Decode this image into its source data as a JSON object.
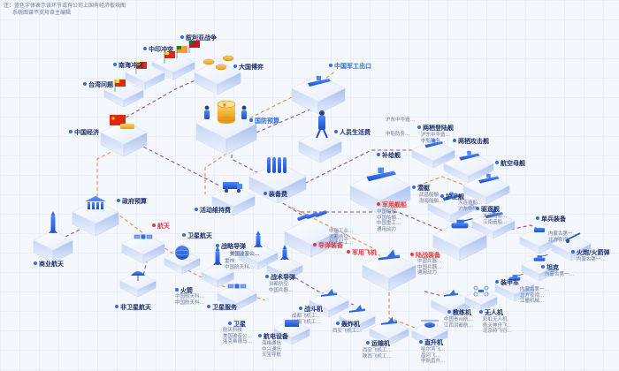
{
  "notes": {
    "line1": "注：蓝色字体表示该环节或有公司上国有经济板块图",
    "line2": "系统图谱不支持自主编辑"
  },
  "nodes": {
    "syria": "叙利亚战争",
    "sino_india": "中印冲突",
    "south_china_sea": "南海冲突",
    "great_power": "大国博弈",
    "taiwan": "台湾问题",
    "china_economy": "中国经济",
    "defense_budget": "国防预算",
    "military_export": "中国军工出口",
    "personnel": "人员生活费",
    "replenish_ship": "补给舰",
    "amphibious": "两栖登陆舰",
    "amphib_attack": "两栖攻击舰",
    "carrier": "航空母舰",
    "submarine": "潜艇",
    "frigate": "护卫舰",
    "destroyer": "驱逐舰",
    "naval_aviation": "军用舰船",
    "equipment_fee": "装备费",
    "activity_fee": "活动维持费",
    "gov_budget": "政府预算",
    "aerospace": "航天",
    "satellite_aero": "卫星航天",
    "strategic_missile": "战略导弹",
    "guided_missile": "导弹装备",
    "military_aircraft": "军用飞机",
    "land_equip": "陆战装备",
    "single_soldier": "单兵装备",
    "artillery": "火炮/火箭弹",
    "tank": "坦克",
    "armored": "装甲车",
    "commercial_space": "商业航天",
    "non_sat": "非卫星航天",
    "rocket": "火箭",
    "sat_service": "卫星服务",
    "satellite": "卫星",
    "tactical_missile": "战术导弹",
    "fighter": "战斗机",
    "electronics": "航电设备",
    "bomber": "轰炸机",
    "transport": "运输机",
    "helicopter": "直升机",
    "drone_craft": "教练机",
    "uav": "无人机"
  },
  "subs": {
    "amphibious": [
      "沪东中华造…",
      "中船防务…"
    ],
    "amphib_attack": [
      "沪东中华造…",
      "中船防务…"
    ],
    "submarine": [
      "武昌船舶…",
      "渤海船舶…"
    ],
    "frigate": [
      "大连造船…",
      "沪东中华…"
    ],
    "destroyer": [
      "大连船舶…",
      "江南造船…"
    ],
    "naval_aviation": [
      "中国船舶…",
      "中国船舶…",
      "中国重工…",
      "通用动力"
    ],
    "guided_missile": [
      "中航工业…",
      "洪都航空…",
      "航天科工…"
    ],
    "land_equip": [
      "中国兵器…",
      "中国兵器…",
      "通用动力"
    ],
    "single_soldier": [
      "内蒙古第一…",
      "北方夜视…"
    ],
    "artillery": [
      "内蒙古第一…"
    ],
    "tank": [
      "内蒙古第一…"
    ],
    "armored": [
      "内蒙古第一…",
      "北方夜视…",
      "江麓机械…"
    ],
    "strategic_missile": [
      "美国波音公…",
      "雷神",
      "中国航天科…"
    ],
    "rocket": [
      "中国航天科…",
      "中国航天科…"
    ],
    "satellite": [
      "航天科技",
      "美国波音公…",
      "洛克希德马…"
    ],
    "tactical_missile": [
      "洪都航空",
      "中国兵器…"
    ],
    "fighter": [
      "成都飞机工…",
      "沈阳飞机工…"
    ],
    "electronics": [
      "海格通信",
      "中兴通讯",
      "天宝导航"
    ],
    "bomber": [
      "西安飞机工…"
    ],
    "transport": [
      "西安飞机工…",
      "陕西飞机工…"
    ],
    "helicopter": [
      "哈尔滨飞…",
      "昌河飞…",
      "中航直升…"
    ],
    "drone_craft": [
      "中国贵州航…",
      "江西洪都航…"
    ],
    "uav": [
      "彩虹无人机",
      "航天神舟飞…",
      "北京特飞行…"
    ]
  },
  "colors": {
    "accent": "#2f6fe0",
    "highlight": "#e23b3b",
    "dark_text": "#1d2e66",
    "edge_primary": "#7a3a8a",
    "edge_secondary": "#d9822b"
  },
  "icons": [
    "flag-cluster-icon",
    "yuan-coin-icon",
    "soldier-icon",
    "warship-icon",
    "missile-icon",
    "satellite-icon",
    "fighter-jet-icon",
    "tank-icon",
    "helicopter-icon",
    "drone-icon",
    "rocket-icon",
    "truck-icon"
  ]
}
